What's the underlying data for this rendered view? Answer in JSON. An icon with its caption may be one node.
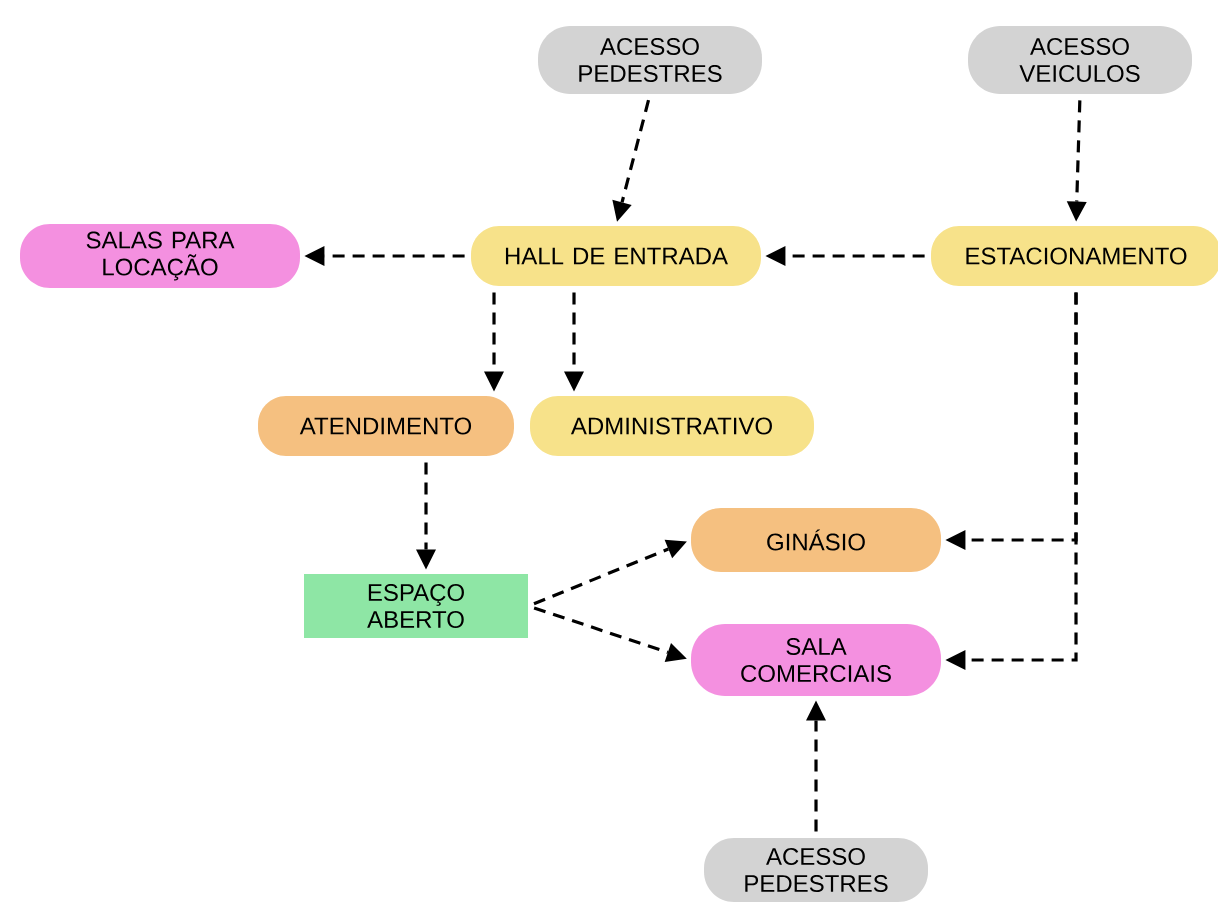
{
  "diagram": {
    "nodes": [
      {
        "text": [
          "ACESSO PEDESTRES"
        ]
      },
      {
        "text": [
          "ACESSO VEICULOS"
        ]
      },
      {
        "text": [
          "SALAS PARA LOCAÇÃO"
        ]
      },
      {
        "text": [
          "HALL DE ENTRADA"
        ]
      },
      {
        "text": [
          "ESTACIONAMENTO"
        ]
      },
      {
        "text": [
          "ATENDIMENTO"
        ]
      },
      {
        "text": [
          "ADMINISTRATIVO"
        ]
      },
      {
        "text": [
          "ESPAÇO ABERTO"
        ]
      },
      {
        "text": [
          "GINÁSIO"
        ]
      },
      {
        "text": [
          "SALA COMERCIAIS"
        ]
      },
      {
        "text": [
          "ACESSO PEDESTRES"
        ]
      }
    ],
    "edges": [
      {
        "from": 0,
        "to": 3,
        "arrow": "to"
      },
      {
        "from": 1,
        "to": 4,
        "arrow": "to"
      },
      {
        "from": 3,
        "to": 2,
        "arrow": "to"
      },
      {
        "from": 4,
        "to": 3,
        "arrow": "to"
      },
      {
        "from": 3,
        "to": 5,
        "arrow": "to"
      },
      {
        "from": 3,
        "to": 6,
        "arrow": "to"
      },
      {
        "from": 5,
        "to": 7,
        "arrow": "to"
      },
      {
        "from": 7,
        "to": 8,
        "arrow": "to"
      },
      {
        "from": 7,
        "to": 9,
        "arrow": "to"
      },
      {
        "from": 4,
        "to": 8,
        "arrow": "to"
      },
      {
        "from": 4,
        "to": 9,
        "arrow": "to"
      },
      {
        "from": 10,
        "to": 9,
        "arrow": "to"
      }
    ]
  }
}
